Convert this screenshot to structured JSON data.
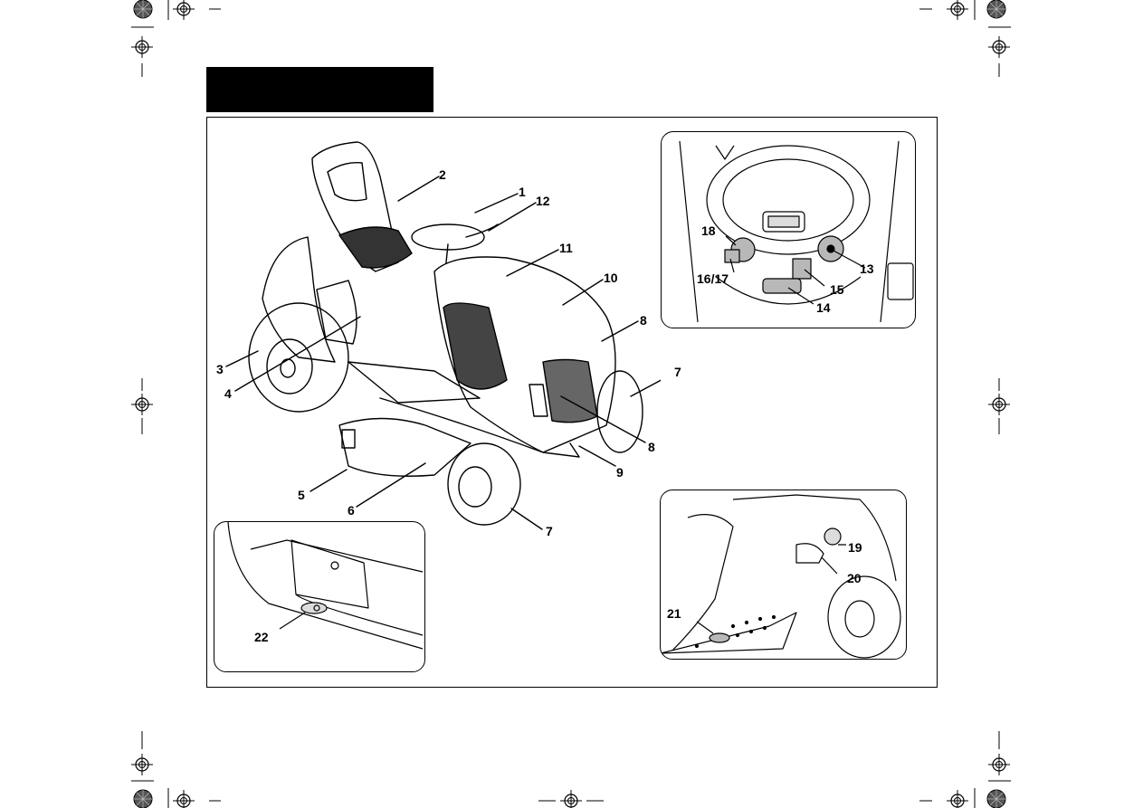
{
  "section_title": "",
  "main_callouts": [
    {
      "id": "c1",
      "label": "1"
    },
    {
      "id": "c2",
      "label": "2"
    },
    {
      "id": "c3",
      "label": "3"
    },
    {
      "id": "c4",
      "label": "4"
    },
    {
      "id": "c5",
      "label": "5"
    },
    {
      "id": "c6",
      "label": "6"
    },
    {
      "id": "c7a",
      "label": "7"
    },
    {
      "id": "c7b",
      "label": "7"
    },
    {
      "id": "c8a",
      "label": "8"
    },
    {
      "id": "c8b",
      "label": "8"
    },
    {
      "id": "c9",
      "label": "9"
    },
    {
      "id": "c10",
      "label": "10"
    },
    {
      "id": "c11",
      "label": "11"
    },
    {
      "id": "c12",
      "label": "12"
    }
  ],
  "dash_callouts": [
    {
      "id": "c13",
      "label": "13"
    },
    {
      "id": "c14",
      "label": "14"
    },
    {
      "id": "c15",
      "label": "15"
    },
    {
      "id": "c1617",
      "label": "16/17"
    },
    {
      "id": "c18",
      "label": "18"
    }
  ],
  "side_callouts": [
    {
      "id": "c19",
      "label": "19"
    },
    {
      "id": "c20",
      "label": "20"
    },
    {
      "id": "c21",
      "label": "21"
    }
  ],
  "deck_callouts": [
    {
      "id": "c22",
      "label": "22"
    }
  ],
  "colors": {
    "ink": "#000000",
    "fill_gray": "#b8b8b8",
    "light_gray": "#dcdcdc"
  }
}
